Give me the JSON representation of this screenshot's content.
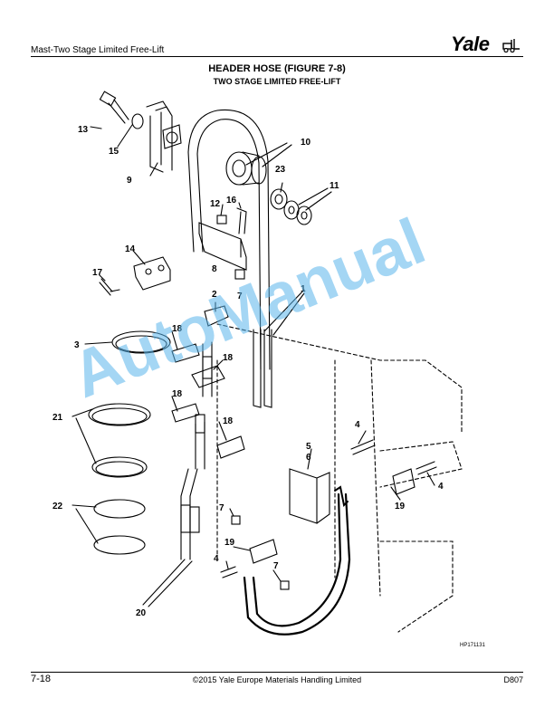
{
  "header": {
    "section": "Mast-Two Stage Limited Free-Lift",
    "logo_text": "Yale"
  },
  "title": {
    "main": "HEADER HOSE (FIGURE 7-8)",
    "sub": "TWO STAGE LIMITED FREE-LIFT"
  },
  "figure": {
    "id": "HP171131",
    "callouts": [
      "13",
      "15",
      "9",
      "10",
      "23",
      "11",
      "12",
      "16",
      "14",
      "8",
      "17",
      "2",
      "7",
      "1",
      "18",
      "3",
      "18",
      "18",
      "21",
      "18",
      "4",
      "5",
      "6",
      "4",
      "19",
      "7",
      "22",
      "19",
      "7",
      "4",
      "20"
    ]
  },
  "watermark": "AutoManual",
  "footer": {
    "page": "7-18",
    "copyright": "©2015 Yale Europe Materials Handling Limited",
    "doc_code": "D807"
  },
  "colors": {
    "watermark": "#5ab4eb",
    "line": "#000000"
  }
}
